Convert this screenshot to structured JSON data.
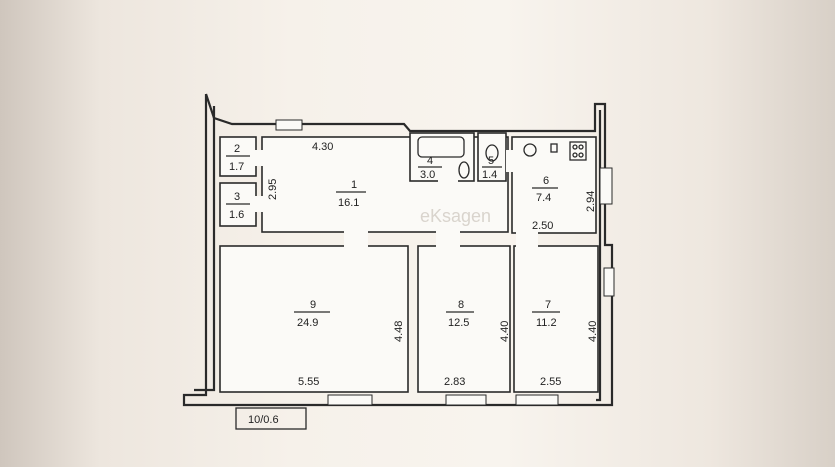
{
  "rooms": [
    {
      "id": "1",
      "area": "16.1"
    },
    {
      "id": "2",
      "area": "1.7"
    },
    {
      "id": "3",
      "area": "1.6"
    },
    {
      "id": "4",
      "area": "3.0"
    },
    {
      "id": "5",
      "area": "1.4"
    },
    {
      "id": "6",
      "area": "7.4"
    },
    {
      "id": "7",
      "area": "11.2"
    },
    {
      "id": "8",
      "area": "12.5"
    },
    {
      "id": "9",
      "area": "24.9"
    }
  ],
  "dimensions": {
    "hall_width": "4.30",
    "hall_height": "2.95",
    "kitchen_width": "2.50",
    "kitchen_height": "2.94",
    "room9_width": "5.55",
    "room9_height": "4.48",
    "room8_width": "2.83",
    "room8_height": "4.40",
    "room7_width": "2.55",
    "room7_height": "4.40"
  },
  "balcony_label": "10/0.6",
  "watermark": "eKsagen"
}
